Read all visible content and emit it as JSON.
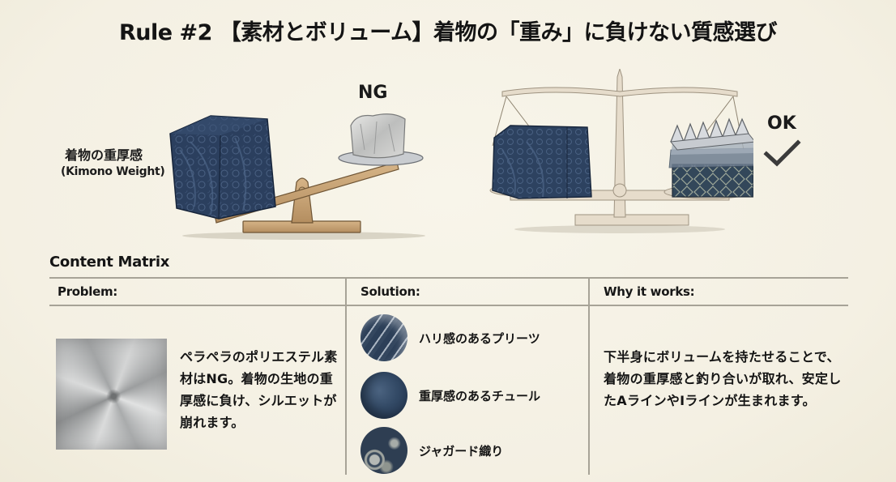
{
  "title": "Rule #2 【素材とボリューム】着物の「重み」に負けない質感選び",
  "illustration": {
    "left_scale": {
      "weight_label_jp": "着物の重厚感",
      "weight_label_en": "(Kimono Weight)",
      "verdict": "NG"
    },
    "right_scale": {
      "verdict": "OK",
      "verdict_icon": "checkmark-icon"
    }
  },
  "matrix": {
    "title": "Content Matrix",
    "headers": [
      "Problem:",
      "Solution:",
      "Why it works:"
    ],
    "problem": {
      "image": "gray-polyester-swatch",
      "text": "ペラペラのポリエステル素材はNG。着物の生地の重厚感に負け、シルエットが崩れます。"
    },
    "solutions": [
      {
        "icon": "pleats-fabric-icon",
        "label": "ハリ感のあるプリーツ"
      },
      {
        "icon": "tulle-fabric-icon",
        "label": "重厚感のあるチュール"
      },
      {
        "icon": "jacquard-fabric-icon",
        "label": "ジャガード織り"
      }
    ],
    "why": {
      "text": "下半身にボリュームを持たせることで、着物の重厚感と釣り合いが取れ、安定したAラインやIラインが生まれます。"
    }
  },
  "colors": {
    "background": "#f6f2e6",
    "navy_fabric": "#2c3f58",
    "wood": "#c9a678",
    "scale_cream": "#e3d9c6",
    "rule_line": "#a7a397",
    "text": "#141414"
  }
}
